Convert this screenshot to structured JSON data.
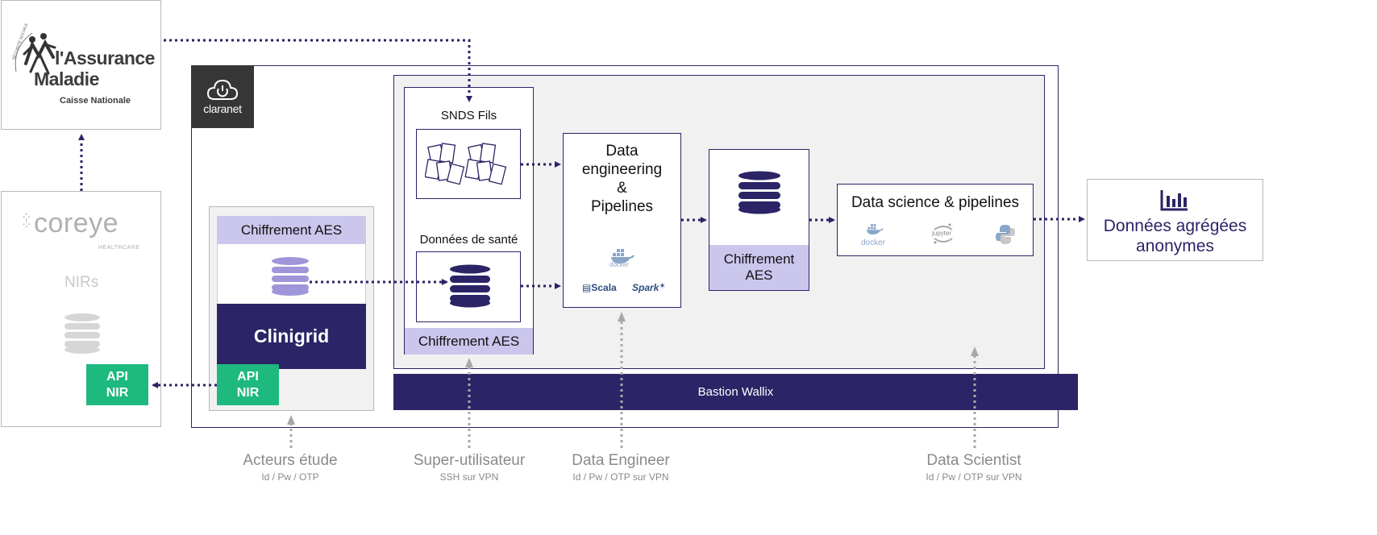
{
  "assurance": {
    "arc_text": "SÉCURITÉ SOCIALE",
    "name_line1": "l'Assurance",
    "name_line2": "Maladie",
    "subtitle": "Caisse Nationale"
  },
  "coreye": {
    "logo": "coreye",
    "logo_sub": "HEALTHCARE",
    "nirs": "NIRs",
    "api": "API\nNIR"
  },
  "claranet": {
    "logo": "claranet",
    "icon": "cloud-power-icon"
  },
  "clinigrid_panel": {
    "chiffrement": "Chiffrement AES",
    "clinigrid": "Clinigrid",
    "api": "API\nNIR"
  },
  "sources": {
    "snds_title": "SNDS Fils",
    "sante_title": "Données de santé",
    "chiffrement": "Chiffrement AES"
  },
  "data_eng": {
    "title": "Data\nengineering\n&\nPipelines",
    "tools": [
      "docker",
      "Scala",
      "Spark"
    ]
  },
  "storage": {
    "chiffrement": "Chiffrement\nAES"
  },
  "data_sci": {
    "title": "Data science & pipelines",
    "tools": [
      "docker",
      "jupyter",
      "python"
    ]
  },
  "output": {
    "title": "Données agrégées\nanonymes",
    "icon": "bar-chart-icon"
  },
  "bastion": {
    "label": "Bastion Wallix"
  },
  "actors": [
    {
      "name": "Acteurs étude",
      "auth": "Id / Pw / OTP"
    },
    {
      "name": "Super-utilisateur",
      "auth": "SSH sur VPN"
    },
    {
      "name": "Data Engineer",
      "auth": "Id / Pw / OTP sur VPN"
    },
    {
      "name": "Data Scientist",
      "auth": "Id / Pw / OTP sur VPN"
    }
  ],
  "colors": {
    "primary": "#2b2466",
    "lavender": "#cbc6ec",
    "green": "#1db97e",
    "panel": "#f1f1f1",
    "gray": "#a8a8a8"
  }
}
